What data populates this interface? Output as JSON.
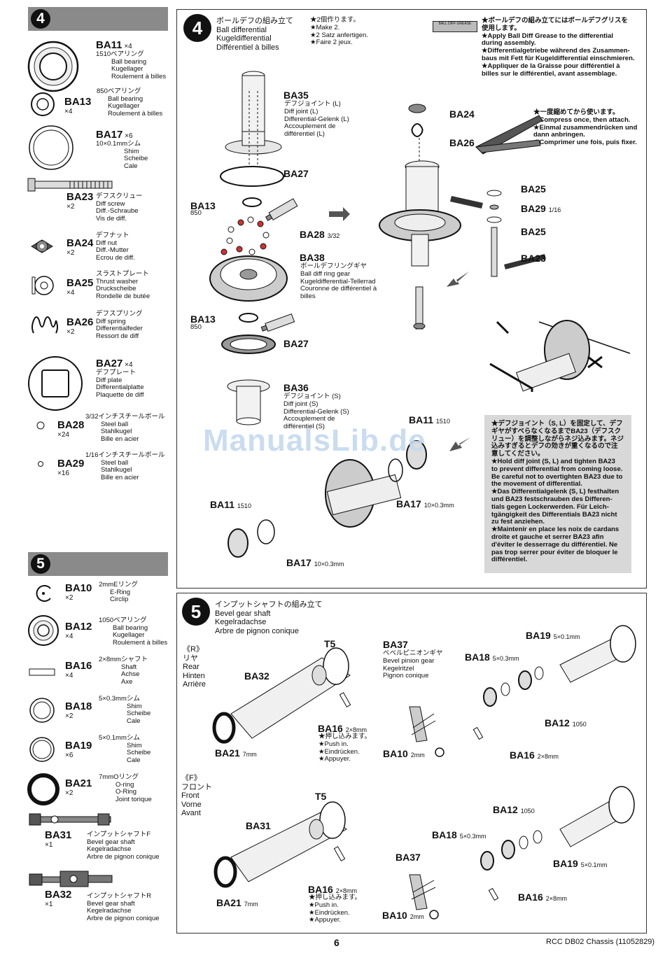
{
  "page_number": "6",
  "footer_right": "RCC DB02 Chassis (11052829)",
  "watermark": "ManualsLib.de",
  "left_step4": {
    "number": "4",
    "parts": [
      {
        "code": "BA11",
        "qty": "×4",
        "lines": [
          "1510ベアリング",
          "Ball bearing",
          "Kugellager",
          "Roulement à billes"
        ]
      },
      {
        "code": "BA13",
        "qty": "×4",
        "lines": [
          "850ベアリング",
          "Ball bearing",
          "Kugellager",
          "Roulement à billes"
        ]
      },
      {
        "code": "BA17",
        "qty": "×6",
        "lines": [
          "10×0.1mmシム",
          "Shim",
          "Scheibe",
          "Cale"
        ]
      },
      {
        "code": "BA23",
        "qty": "×2",
        "lines": [
          "デフスクリュー",
          "Diff screw",
          "Diff.-Schraube",
          "Vis de diff."
        ]
      },
      {
        "code": "BA24",
        "qty": "×2",
        "lines": [
          "デフナット",
          "Diff nut",
          "Diff.-Mutter",
          "Ecrou de diff."
        ]
      },
      {
        "code": "BA25",
        "qty": "×4",
        "lines": [
          "スラストプレート",
          "Thrust washer",
          "Druckscheibe",
          "Rondelle de butée"
        ]
      },
      {
        "code": "BA26",
        "qty": "×2",
        "lines": [
          "デフスプリング",
          "Diff spring",
          "Differentialfeder",
          "Ressort de diff"
        ]
      },
      {
        "code": "BA27",
        "qty": "×4",
        "lines": [
          "デフプレート",
          "Diff plate",
          "Differentialplatte",
          "Plaquette de diff"
        ]
      },
      {
        "code": "BA28",
        "qty": "×24",
        "lines": [
          "3/32インチスチールボール",
          "Steel ball",
          "Stahlkugel",
          "Bille en acier"
        ]
      },
      {
        "code": "BA29",
        "qty": "×16",
        "lines": [
          "1/16インチスチールボール",
          "Steel ball",
          "Stahlkugel",
          "Bille en acier"
        ]
      }
    ]
  },
  "left_step5": {
    "number": "5",
    "parts": [
      {
        "code": "BA10",
        "qty": "×2",
        "lines": [
          "2mmEリング",
          "E-Ring",
          "Circlip"
        ]
      },
      {
        "code": "BA12",
        "qty": "×4",
        "lines": [
          "1050ベアリング",
          "Ball bearing",
          "Kugellager",
          "Roulement à billes"
        ]
      },
      {
        "code": "BA16",
        "qty": "×4",
        "lines": [
          "2×8mmシャフト",
          "Shaft",
          "Achse",
          "Axe"
        ]
      },
      {
        "code": "BA18",
        "qty": "×2",
        "lines": [
          "5×0.3mmシム",
          "Shim",
          "Scheibe",
          "Cale"
        ]
      },
      {
        "code": "BA19",
        "qty": "×6",
        "lines": [
          "5×0.1mmシム",
          "Shim",
          "Scheibe",
          "Cale"
        ]
      },
      {
        "code": "BA21",
        "qty": "×2",
        "lines": [
          "7mmOリング",
          "O-ring",
          "O-Ring",
          "Joint torique"
        ]
      },
      {
        "code": "BA31",
        "qty": "×1",
        "lines": [
          "インプットシャフトF",
          "Bevel gear shaft",
          "Kegelradachse",
          "Arbre de pignon conique"
        ]
      },
      {
        "code": "BA32",
        "qty": "×1",
        "lines": [
          "インプットシャフトR",
          "Bevel gear shaft",
          "Kegelradachse",
          "Arbre de pignon conique"
        ]
      }
    ]
  },
  "step4": {
    "number": "4",
    "title": [
      "ボールデフの組み立て",
      "Ball differential",
      "Kugeldifferential",
      "Différentiel à billes"
    ],
    "make": [
      "★2個作ります。",
      "★Make 2.",
      "★2 Satz anfertigen.",
      "★Faire 2 jeux."
    ],
    "grease_tube": "BALL DIFF GREASE",
    "grease_note": [
      "★ボールデフの組み立てにはボールデフグリスを",
      "使用します。",
      "★Apply Ball Diff Grease to the differential",
      "during assembly.",
      "★Differentialgetriebe während des Zusammen-",
      "baus mit Fett für Kugeldifferential einschmieren.",
      "★Appliquer de la Graisse pour différentiel à",
      "billes sur le différentiel, avant assemblage."
    ],
    "compress_note": [
      "★一度縮めてから使います。",
      "★Compress once, then attach.",
      "★Einmal zusammendrücken und",
      "dann anbringen.",
      "★Comprimer une fois, puis fixer."
    ],
    "hold_note": [
      "★デフジョイント（S, L）を固定して、デフ",
      "ギヤがすべらなくなるまでBA23（デフスク",
      "リュー）を調整しながらネジ込みます。ネジ",
      "込みすぎるとデフの効きが重くなるので注",
      "意してください。",
      "★Hold diff joint (S, L) and tighten BA23",
      "to prevent differential from coming loose.",
      "Be careful not to overtighten BA23 due to",
      "the movement of differential.",
      "★Das Differentialgelenk (S, L) festhalten",
      "und BA23 festschrauben des Differen-",
      "tials gegen Lockerwerden. Für Leich-",
      "tgängigkeit des Differentials BA23 nicht",
      "zu fest anziehen.",
      "★Maintenir en place les noix de cardans",
      "droite et gauche et serrer BA23 afin",
      "d'éviter le desserrage du différentiel. Ne",
      "pas trop serrer pour éviter de bloquer le",
      "différentiel."
    ],
    "labels": {
      "ba35": "BA35",
      "ba35_desc": [
        "デフジョイント (L)",
        "Diff joint (L)",
        "Differential-Gelenk (L)",
        "Accouplement de",
        "différentiel (L)"
      ],
      "ba27a": "BA27",
      "ba13a": "BA13",
      "ba13a_sub": "850",
      "ba28": "BA28",
      "ba28_sub": "3/32",
      "ba38": "BA38",
      "ba38_desc": [
        "ボールデフリングギヤ",
        "Ball diff ring gear",
        "Kugeldifferential-Tellerrad",
        "Couronne de différentiel à",
        "billes"
      ],
      "ba13b": "BA13",
      "ba13b_sub": "850",
      "ba27b": "BA27",
      "ba36": "BA36",
      "ba36_desc": [
        "デフジョイント (S)",
        "Diff joint (S)",
        "Differential-Gelenk (S)",
        "Accouplement de",
        "différentiel (S)"
      ],
      "ba24": "BA24",
      "ba26": "BA26",
      "ba25a": "BA25",
      "ba29": "BA29",
      "ba29_sub": "1/16",
      "ba25b": "BA25",
      "ba23": "BA23",
      "ba11a": "BA11",
      "ba11a_sub": "1510",
      "ba11b": "BA11",
      "ba11b_sub": "1510",
      "ba17a": "BA17",
      "ba17a_sub": "10×0.3mm",
      "ba17b": "BA17",
      "ba17b_sub": "10×0.3mm"
    }
  },
  "step5": {
    "number": "5",
    "title": [
      "インプットシャフトの組み立て",
      "Bevel gear shaft",
      "Kegelradachse",
      "Arbre de pignon conique"
    ],
    "rear": [
      "《R》",
      "リヤ",
      "Rear",
      "Hinten",
      "Arrière"
    ],
    "front": [
      "《F》",
      "フロント",
      "Front",
      "Vorne",
      "Avant"
    ],
    "rear_labels": {
      "t5": "T5",
      "ba32": "BA32",
      "ba21": "BA21",
      "ba21_sub": "7mm",
      "ba16": "BA16",
      "ba16_sub": "2×8mm",
      "ba16_note": [
        "★押し込みます。",
        "★Push in.",
        "★Eindrücken.",
        "★Appuyer."
      ],
      "ba37": "BA37",
      "ba37_desc": [
        "ベベルピニオンギヤ",
        "Bevel pinion gear",
        "Kegelritzel",
        "Pignon conique"
      ],
      "ba18": "BA18",
      "ba18_sub": "5×0.3mm",
      "ba19": "BA19",
      "ba19_sub": "5×0.1mm",
      "ba12": "BA12",
      "ba12_sub": "1050",
      "ba10": "BA10",
      "ba10_sub": "2mm",
      "ba16b": "BA16",
      "ba16b_sub": "2×8mm"
    },
    "front_labels": {
      "t5": "T5",
      "ba31": "BA31",
      "ba21": "BA21",
      "ba21_sub": "7mm",
      "ba16": "BA16",
      "ba16_sub": "2×8mm",
      "ba16_note": [
        "★押し込みます。",
        "★Push in.",
        "★Eindrücken.",
        "★Appuyer."
      ],
      "ba12": "BA12",
      "ba12_sub": "1050",
      "ba18": "BA18",
      "ba18_sub": "5×0.3mm",
      "ba37": "BA37",
      "ba19": "BA19",
      "ba19_sub": "5×0.1mm",
      "ba16b": "BA16",
      "ba16b_sub": "2×8mm",
      "ba10": "BA10",
      "ba10_sub": "2mm"
    }
  }
}
